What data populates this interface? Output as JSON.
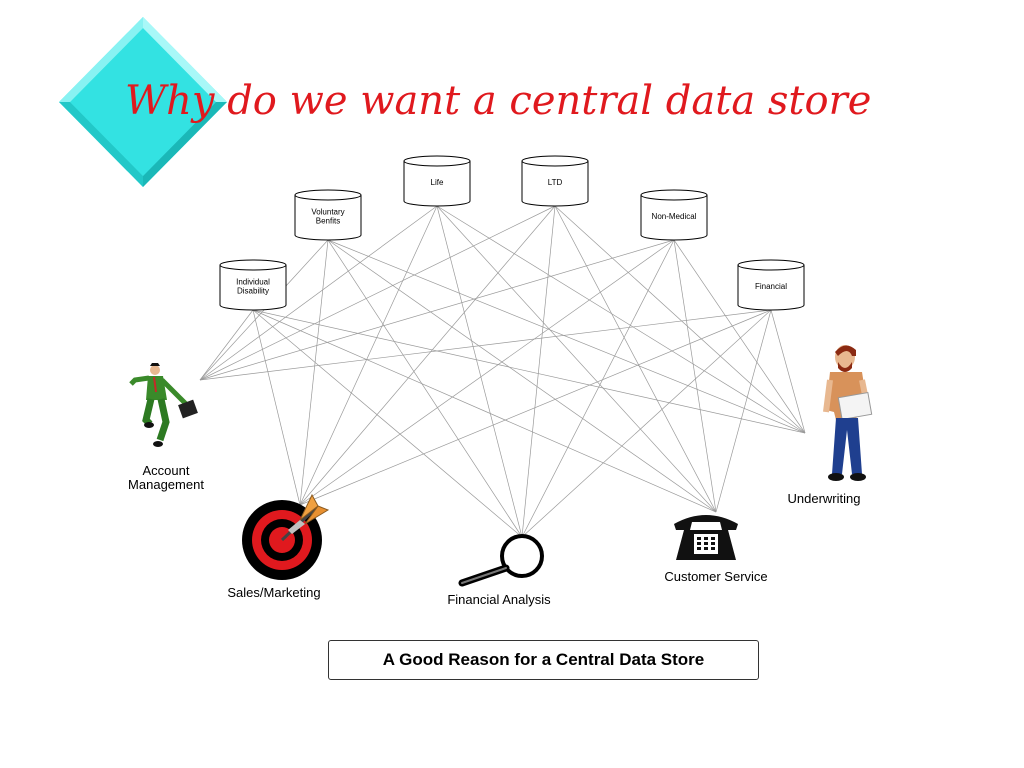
{
  "title": "Why do we want a central data store",
  "databases": [
    {
      "id": "individual",
      "lines": [
        "Individual",
        "Disability"
      ]
    },
    {
      "id": "voluntary",
      "lines": [
        "Voluntary",
        "Benfits"
      ]
    },
    {
      "id": "life",
      "lines": [
        "Life"
      ]
    },
    {
      "id": "ltd",
      "lines": [
        "LTD"
      ]
    },
    {
      "id": "nonmedical",
      "lines": [
        "Non-Medical"
      ]
    },
    {
      "id": "financial",
      "lines": [
        "Financial"
      ]
    }
  ],
  "consumers": {
    "account": {
      "label_line1": "Account",
      "label_line2": "Management",
      "icon": "walking-businessman-icon"
    },
    "sales": {
      "label": "Sales/Marketing",
      "icon": "target-dart-icon"
    },
    "financial_analysis": {
      "label": "Financial Analysis",
      "icon": "magnifying-glass-icon"
    },
    "customer_service": {
      "label": "Customer Service",
      "icon": "telephone-icon"
    },
    "underwriting": {
      "label": "Underwriting",
      "icon": "man-with-clipboard-icon"
    }
  },
  "caption": "A Good Reason for a Central Data Store",
  "colors": {
    "title": "#e0191e",
    "diamond": "#33e6e6",
    "target": "#e0191e"
  }
}
